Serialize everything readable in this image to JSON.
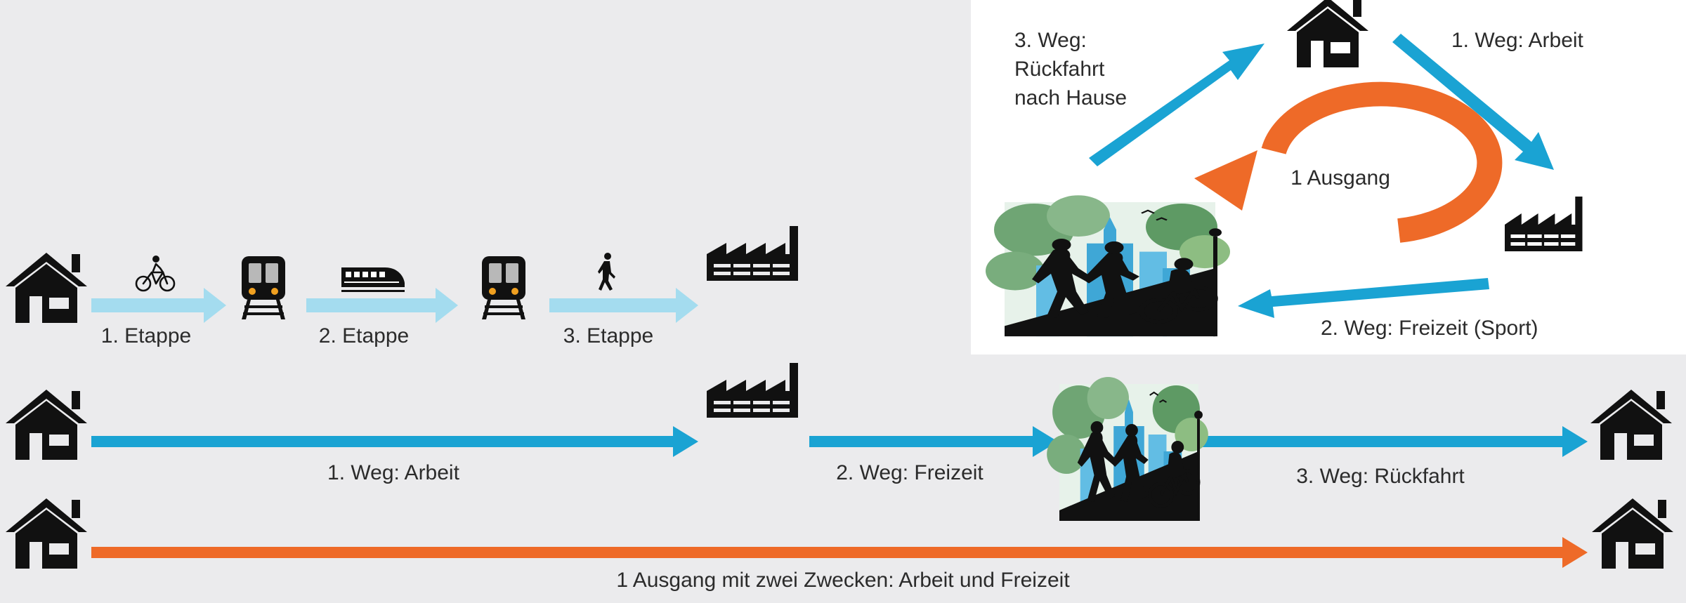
{
  "colors": {
    "background": "#ebebed",
    "panel": "#ffffff",
    "arrow_light": "#a4dcef",
    "arrow_blue": "#1aa3d3",
    "arrow_orange": "#ee6a28",
    "icon": "#111111",
    "text": "#2b2b2b"
  },
  "row1": {
    "stage1_label": "1. Etappe",
    "stage2_label": "2. Etappe",
    "stage3_label": "3. Etappe",
    "icons": [
      "house-icon",
      "bicycle-icon",
      "train-icon",
      "highspeed-train-icon",
      "train-icon",
      "walking-icon",
      "factory-icon"
    ]
  },
  "row2": {
    "way1_label": "1. Weg: Arbeit",
    "way2_label": "2. Weg: Freizeit",
    "way3_label": "3. Weg: Rückfahrt",
    "icons": [
      "house-icon",
      "factory-icon",
      "leisure-image",
      "house-icon"
    ]
  },
  "row3": {
    "outing_label": "1 Ausgang mit zwei Zwecken: Arbeit und Freizeit",
    "icons": [
      "house-icon",
      "house-icon"
    ]
  },
  "cycle_panel": {
    "way1_label": "1. Weg: Arbeit",
    "way2_label": "2. Weg: Freizeit (Sport)",
    "way3_label_lines": [
      "3. Weg:",
      "Rückfahrt",
      "nach Hause"
    ],
    "center_label": "1 Ausgang",
    "icons": [
      "house-icon",
      "factory-icon",
      "leisure-image",
      "cycle-arrow-icon"
    ]
  }
}
